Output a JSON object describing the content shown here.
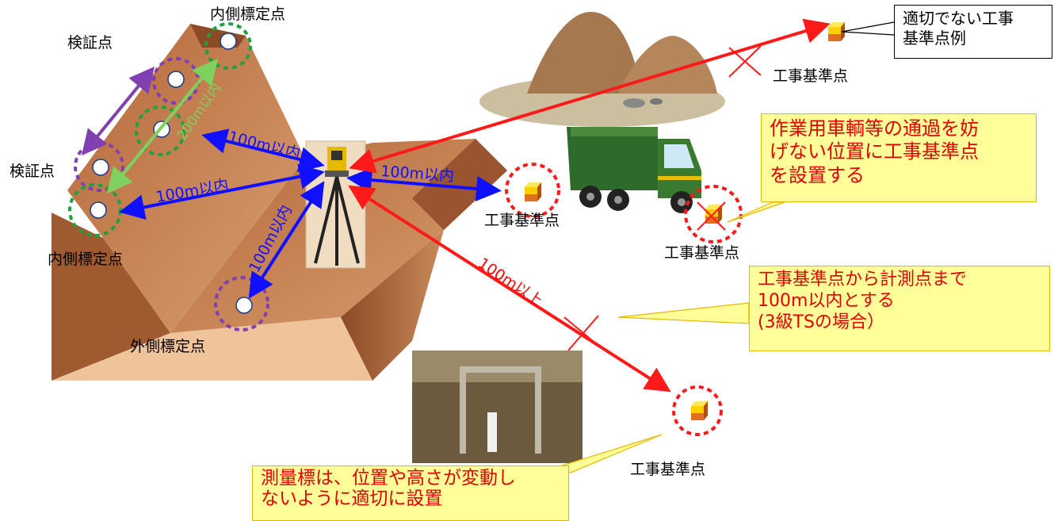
{
  "labels": {
    "inner_station_top": "内側標定点",
    "inner_station_bottom": "内側標定点",
    "outer_station": "外側標定点",
    "verify_point_top": "検証点",
    "verify_point_left": "検証点",
    "bench_mid": "工事基準点",
    "bench_truck": "工事基準点",
    "bench_far": "工事基準点",
    "bench_bad": "工事基準点"
  },
  "distances": {
    "blue_top": "100m以内",
    "blue_left": "100m以内",
    "blue_right": "100m以内",
    "blue_down": "100m以内",
    "green": "200m以内",
    "red_far": "100m以上"
  },
  "callouts": {
    "bad_example": [
      "適切でない工事",
      "基準点例"
    ],
    "truck": [
      "作業用車輌等の通過を妨",
      "げない位置に工事基準点",
      "を設置する"
    ],
    "range": [
      "工事基準点から計測点まで",
      "100m以内とする",
      "(3級TSの場合）"
    ],
    "marker": [
      "測量標は、位置や高さが変動し",
      "ないように適切に設置"
    ]
  },
  "colors": {
    "blue_arrow": "#1010ff",
    "red_arrow": "#ff1a1a",
    "purple": "#8040b0",
    "green": "#20a040",
    "light_green": "#80d060",
    "callout_fill": "#ffff99",
    "callout_text": "#e00000"
  }
}
